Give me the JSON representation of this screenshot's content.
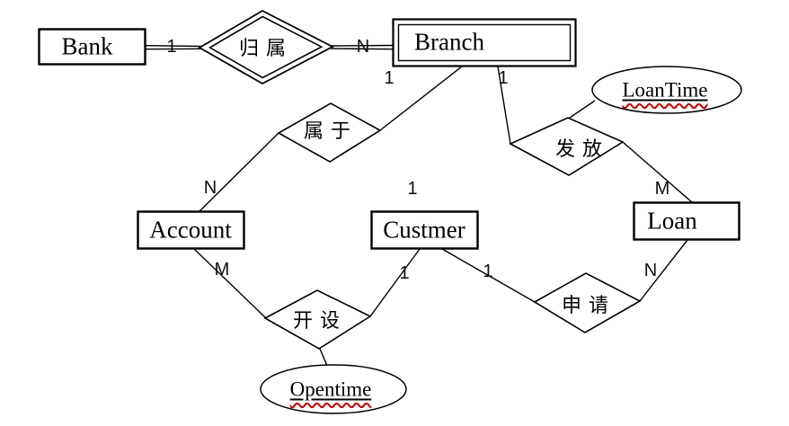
{
  "diagram": {
    "kind": "entity-relationship-diagram",
    "entities": {
      "bank": "Bank",
      "branch": "Branch",
      "account": "Account",
      "custmer": "Custmer",
      "loan": "Loan"
    },
    "relationships": {
      "guishu": "归属",
      "shuyu": "属于",
      "fafang": "发放",
      "kaishe": "开设",
      "shenqing": "申请"
    },
    "attributes": {
      "loantime": "LoanTime",
      "opentime": "Opentime"
    },
    "cardinalities": {
      "bank_guishu": "1",
      "guishu_branch": "N",
      "branch_shuyu": "1",
      "branch_fafang": "1",
      "shuyu_account": "N",
      "custmer_above": "1",
      "fafang_loan": "M",
      "account_kaishe": "M",
      "custmer_kaishe": "1",
      "custmer_shenqing": "1",
      "loan_shenqing": "N"
    },
    "colors": {
      "stroke": "#000000",
      "background": "#ffffff",
      "spellcheck_underline": "#c00000"
    }
  }
}
